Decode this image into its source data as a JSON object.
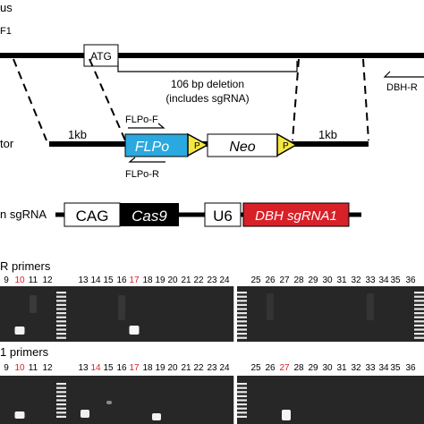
{
  "diagram": {
    "locus_label": "us",
    "locus_sublabel": "F1",
    "atg": "ATG",
    "deletion_line1": "106 bp deletion",
    "deletion_line2": "(includes sgRNA)",
    "dbh_r": "DBH-R",
    "vector_label": "tor",
    "left_arm": "1kb",
    "right_arm": "1kb",
    "flpo": "FLPo",
    "neo": "Neo",
    "p_left": "P",
    "p_right": "P",
    "flpo_f": "FLPo-F",
    "flpo_r": "FLPo-R",
    "sgrna_label": "n sgRNA",
    "cag": "CAG",
    "cas9": "Cas9",
    "u6": "U6",
    "dbh_sgrna": "DBH sgRNA1",
    "colors": {
      "flpo_fill": "#2aa8e0",
      "p_fill": "#f5e642",
      "sgrna_fill": "#d82028",
      "highlight_text": "#d82028"
    }
  },
  "gel_top": {
    "title": "R primers",
    "lanes_a": [
      "9",
      "10",
      "11",
      "12"
    ],
    "lanes_b": [
      "13",
      "14",
      "15",
      "16",
      "17",
      "18",
      "19",
      "20",
      "21",
      "22",
      "23",
      "24"
    ],
    "lanes_c": [
      "25",
      "26",
      "27",
      "28",
      "29",
      "30",
      "31",
      "32",
      "33",
      "34",
      "35",
      "36"
    ],
    "highlighted": [
      "10",
      "17"
    ]
  },
  "gel_bottom": {
    "title": "1 primers",
    "lanes_a": [
      "9",
      "10",
      "11",
      "12"
    ],
    "lanes_b": [
      "13",
      "14",
      "15",
      "16",
      "17",
      "18",
      "19",
      "20",
      "21",
      "22",
      "23",
      "24"
    ],
    "lanes_c": [
      "25",
      "26",
      "27",
      "28",
      "29",
      "30",
      "31",
      "32",
      "33",
      "34",
      "35",
      "36"
    ],
    "highlighted": [
      "10",
      "14",
      "17",
      "27"
    ]
  }
}
